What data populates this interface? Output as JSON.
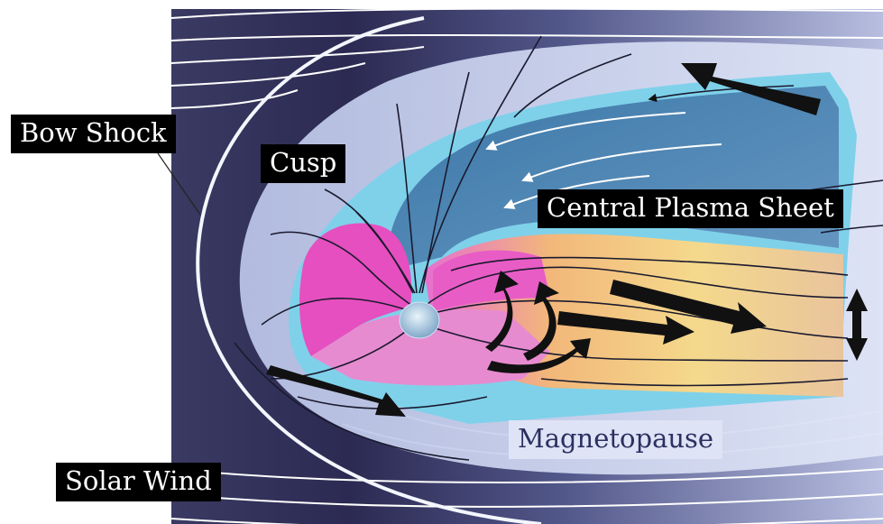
{
  "labels": {
    "bow_shock": "Bow Shock",
    "cusp": "Cusp",
    "central_plasma_sheet": "Central Plasma Sheet",
    "magnetopause": "Magnetopause",
    "solar_wind": "Solar Wind"
  },
  "colors": {
    "space_dark": "#262348",
    "space_light": "#a9b0d4",
    "magnetosheath": "#cdd4ee",
    "lobe_blue": "#4f86b4",
    "magnetopause_cyan": "#79cfe8",
    "plasmasphere_pink": "#e64fbf",
    "plasma_sheet_yellow": "#f3d98a",
    "plasma_sheet_orange": "#efb173",
    "flow_arrow": "#111111",
    "label_dark_bg": "#000000",
    "label_light_bg": "#dfe3f6"
  },
  "icons": {
    "earth": "earth-icon",
    "flow_arrows": "flow-arrow-icon"
  }
}
